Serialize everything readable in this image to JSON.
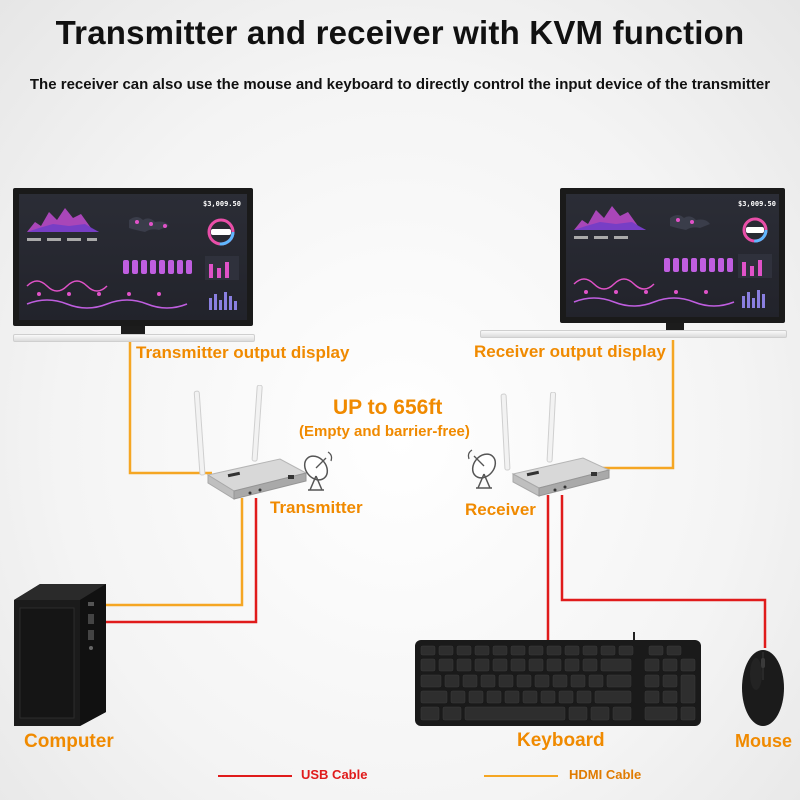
{
  "header": {
    "title": "Transmitter and receiver with KVM function",
    "subtitle": "The receiver can also use the mouse and keyboard to directly control the input device of the transmitter"
  },
  "monitors": {
    "left": {
      "label": "Transmitter output display",
      "price": "$3,009.50"
    },
    "right": {
      "label": "Receiver output display",
      "price": "$3,009.50"
    }
  },
  "range": {
    "distance": "UP to 656ft",
    "note": "(Empty and barrier-free)"
  },
  "devices": {
    "transmitter": "Transmitter",
    "receiver": "Receiver",
    "computer": "Computer",
    "keyboard": "Keyboard",
    "mouse": "Mouse"
  },
  "legend": {
    "usb": "USB Cable",
    "hdmi": "HDMI Cable"
  },
  "colors": {
    "usb_cable": "#e01b1b",
    "hdmi_cable": "#f5a623",
    "label_orange": "#f08a00"
  }
}
